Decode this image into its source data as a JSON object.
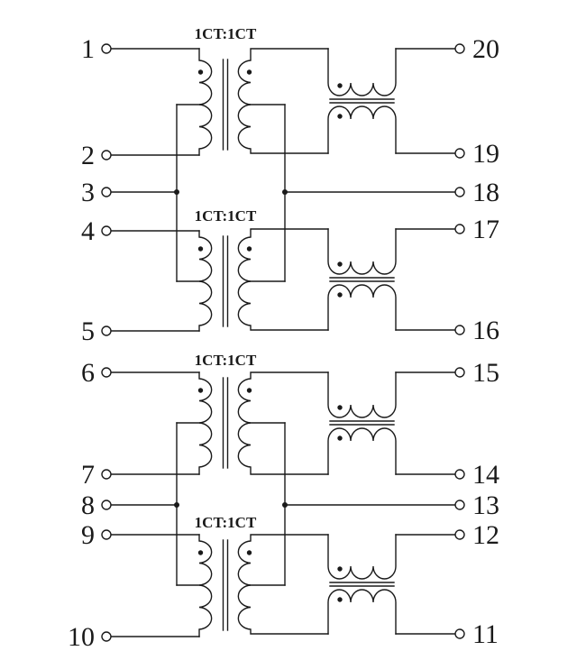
{
  "diagram": {
    "description": "Quad 1CT:1CT transformer and common-mode choke module schematic, 20-pin",
    "transformer_labels": [
      "1CT:1CT",
      "1CT:1CT",
      "1CT:1CT",
      "1CT:1CT"
    ],
    "left_pins": [
      "1",
      "2",
      "3",
      "4",
      "5",
      "6",
      "7",
      "8",
      "9",
      "10"
    ],
    "right_pins": [
      "20",
      "19",
      "18",
      "17",
      "16",
      "15",
      "14",
      "13",
      "12",
      "11"
    ],
    "colors": {
      "line": "#1a1a1a",
      "background": "#ffffff"
    }
  }
}
